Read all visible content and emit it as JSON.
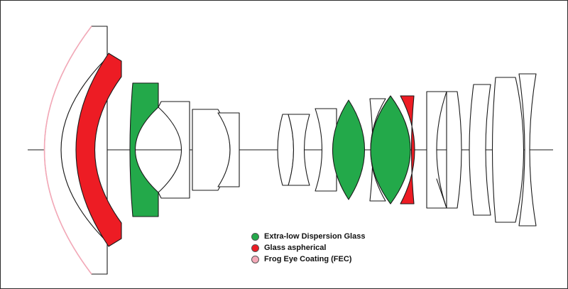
{
  "colors": {
    "ed_glass": "#23a94a",
    "aspherical": "#ed1c24",
    "fec": "#f4a9b8",
    "outline": "#1a1a1a"
  },
  "legend": {
    "ed_label": "Extra-low Dispersion Glass",
    "asph_label": "Glass aspherical",
    "fec_label": "Frog Eye Coating (FEC)"
  }
}
